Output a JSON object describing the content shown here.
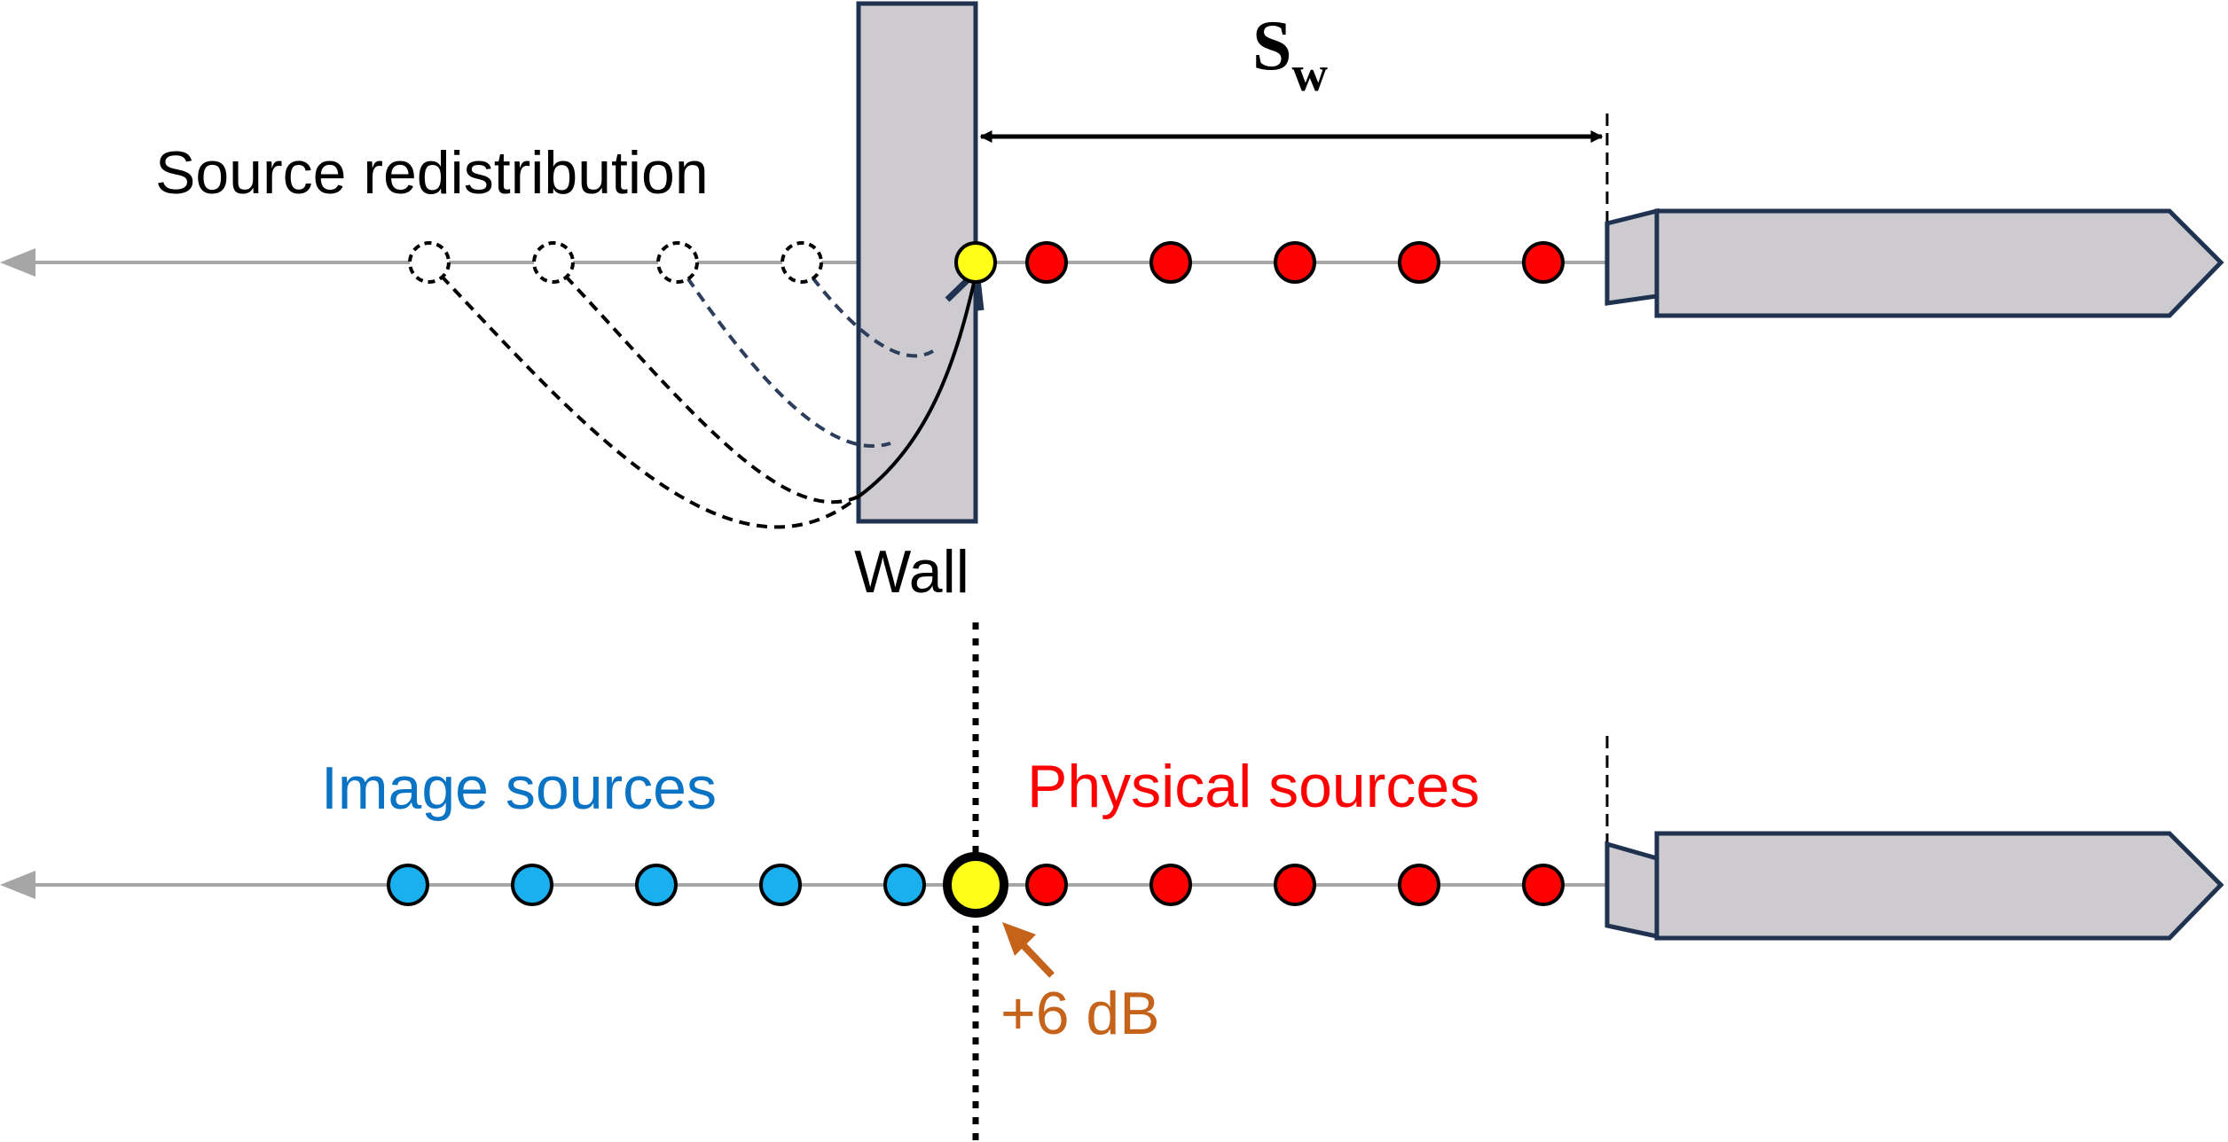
{
  "labels": {
    "source_redistribution": "Source redistribution",
    "wall": "Wall",
    "sw_main": "S",
    "sw_sub": "w",
    "image_sources": "Image sources",
    "physical_sources": "Physical sources",
    "gain": "+6 dB"
  },
  "colors": {
    "physical_source": "#ff0000",
    "image_source": "#1ab0f0",
    "wall_source": "#ffff1a",
    "wall_fill": "#cdcbcf",
    "outline_navy": "#1f3250",
    "axis_gray": "#a6a6a6",
    "image_label": "#0b73c4",
    "physical_label": "#ff0000",
    "gain_label": "#c5631a",
    "curve_black": "#000000",
    "curve_navy": "#2c3e5c"
  },
  "diagram": {
    "top_physical_source_count": 5,
    "top_redistributed_source_count": 4,
    "bottom_physical_source_count": 5,
    "bottom_image_source_count": 5
  }
}
